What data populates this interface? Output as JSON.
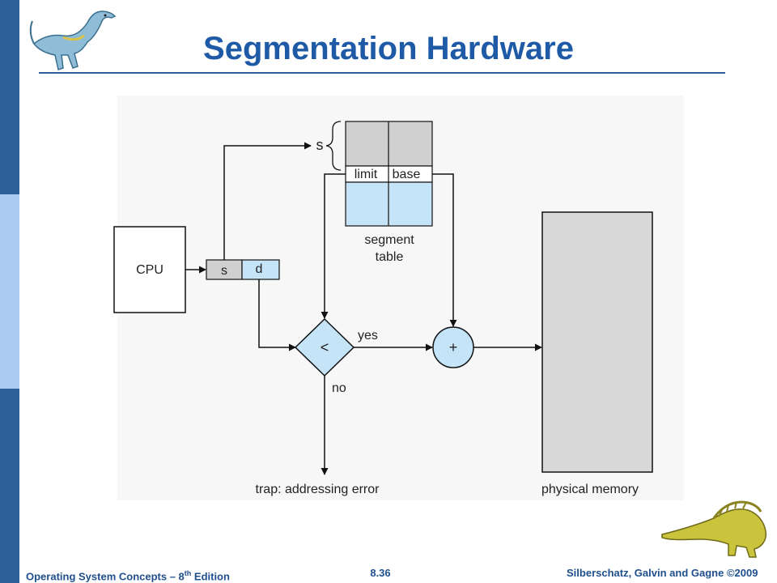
{
  "slide": {
    "title": "Segmentation Hardware",
    "footer_left_prefix": "Operating System Concepts – 8",
    "footer_left_sup": "th",
    "footer_left_suffix": " Edition",
    "page_number": "8.36",
    "footer_right": "Silberschatz, Galvin and Gagne ©2009"
  },
  "diagram": {
    "cpu_label": "CPU",
    "addr_s_label": "s",
    "addr_d_label": "d",
    "segment_index_label": "s",
    "limit_label": "limit",
    "base_label": "base",
    "table_label_line1": "segment",
    "table_label_line2": "table",
    "compare_label": "<",
    "yes_label": "yes",
    "no_label": "no",
    "adder_label": "+",
    "trap_label": "trap: addressing error",
    "memory_label": "physical memory"
  },
  "colors": {
    "accent_blue": "#2e5f96",
    "light_blue": "#a9ccf0",
    "cell_light_blue": "#c6e4f8",
    "cell_gray": "#d0d0d0",
    "diagram_bg": "#f7f7f7",
    "title_blue": "#1f5aa6"
  }
}
